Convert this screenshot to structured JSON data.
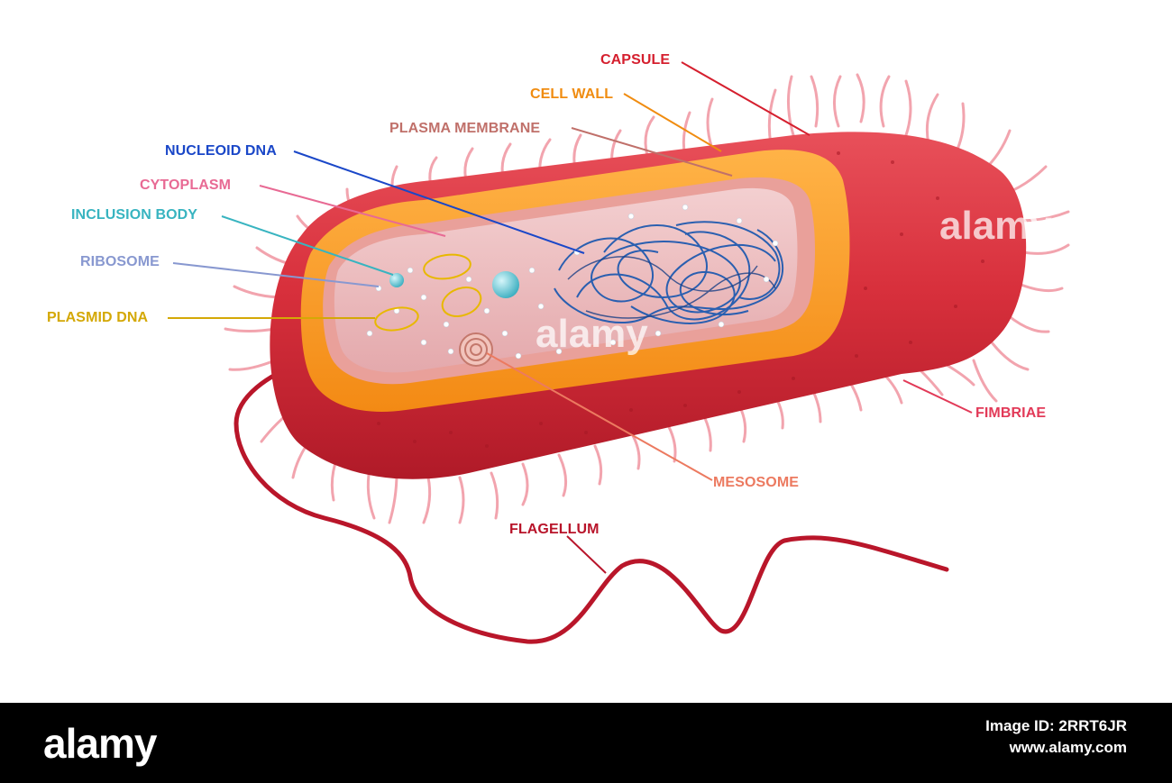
{
  "labels": {
    "capsule": "CAPSULE",
    "cell_wall": "CELL WALL",
    "plasma_membrane": "PLASMA MEMBRANE",
    "nucleoid_dna": "NUCLEOID DNA",
    "cytoplasm": "CYTOPLASM",
    "inclusion_body": "INCLUSION BODY",
    "ribosome": "RIBOSOME",
    "plasmid_dna": "PLASMID DNA",
    "fimbriae": "FIMBRIAE",
    "mesosome": "MESOSOME",
    "flagellum": "FLAGELLUM"
  },
  "colors": {
    "capsule": "#d51f2e",
    "cell_wall": "#f08c10",
    "plasma_membrane": "#c0706a",
    "nucleoid_dna": "#1a47c8",
    "cytoplasm": "#e86a94",
    "inclusion_body": "#38b4c0",
    "ribosome": "#8898d0",
    "plasmid_dna": "#d4a806",
    "fimbriae": "#e23a58",
    "mesosome": "#ec7a60",
    "flagellum": "#b8142a"
  },
  "watermarks": {
    "body": "alamy",
    "right": "alamy"
  },
  "footer": {
    "logo": "alamy",
    "image_id": "Image ID: 2RRT6JR",
    "site": "www.alamy.com"
  }
}
